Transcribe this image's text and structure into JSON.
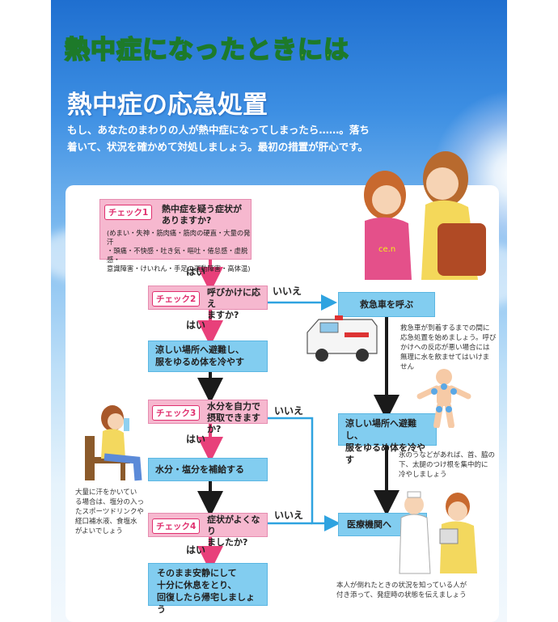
{
  "heading": "熱中症になったときには",
  "section_title": "熱中症の応急処置",
  "intro": "もし、あなたのまわりの人が熱中症になってしまったら……。落ち着いて、状況を確かめて対処しましょう。最初の措置が肝心です。",
  "check1": {
    "tag": "チェック1",
    "question": "熱中症を疑う症状が\nありますか?",
    "symptoms": "(めまい・失神・筋肉痛・筋肉の硬直・大量の発汗\n・頭痛・不快感・吐き気・嘔吐・倦怠感・虚脱感・\n意識障害・けいれん・手足の運動障害・高体温)"
  },
  "check2": {
    "tag": "チェック2",
    "question": "呼びかけに応え\nますか?"
  },
  "check3": {
    "tag": "チェック3",
    "question": "水分を自力で\n摂取できますか?"
  },
  "check4": {
    "tag": "チェック4",
    "question": "症状がよくなり\nましたか?"
  },
  "labels": {
    "yes": "はい",
    "no": "いいえ"
  },
  "actions": {
    "cool_left": "涼しい場所へ避難し、\n服をゆるめ体を冷やす",
    "hydrate": "水分・塩分を補給する",
    "rest": "そのまま安静にして\n十分に休息をとり、\n回復したら帰宅しましょう",
    "ambulance": "救急車を呼ぶ",
    "cool_right": "涼しい場所へ避難し、\n服をゆるめ体を冷やす",
    "hospital": "医療機関へ"
  },
  "notes": {
    "ambulance": "救急車が到着するまでの間に\n応急処置を始めましょう。呼び\nかけへの反応が悪い場合には\n無理に水を飲ませてはいけま\nせん",
    "cooling": "氷のうなどがあれば、首、脇の\n下、太腿のつけ根を集中的に\n冷やしましょう",
    "drink": "大量に汗をかいてい\nる場合は、塩分の入っ\nたスポーツドリンクや\n経口補水液、食塩水\nがよいでしょう",
    "hospital": "本人が倒れたときの状況を知っている人が\n付き添って、発症時の状態を伝えましょう"
  },
  "colors": {
    "pink_box": "#f6b8cf",
    "blue_box": "#82cdf0",
    "pink_arrow": "#e8407a",
    "blue_arrow": "#2fa3e0",
    "black_arrow": "#1a1a1a",
    "title_yellow": "#f3ee1a"
  }
}
